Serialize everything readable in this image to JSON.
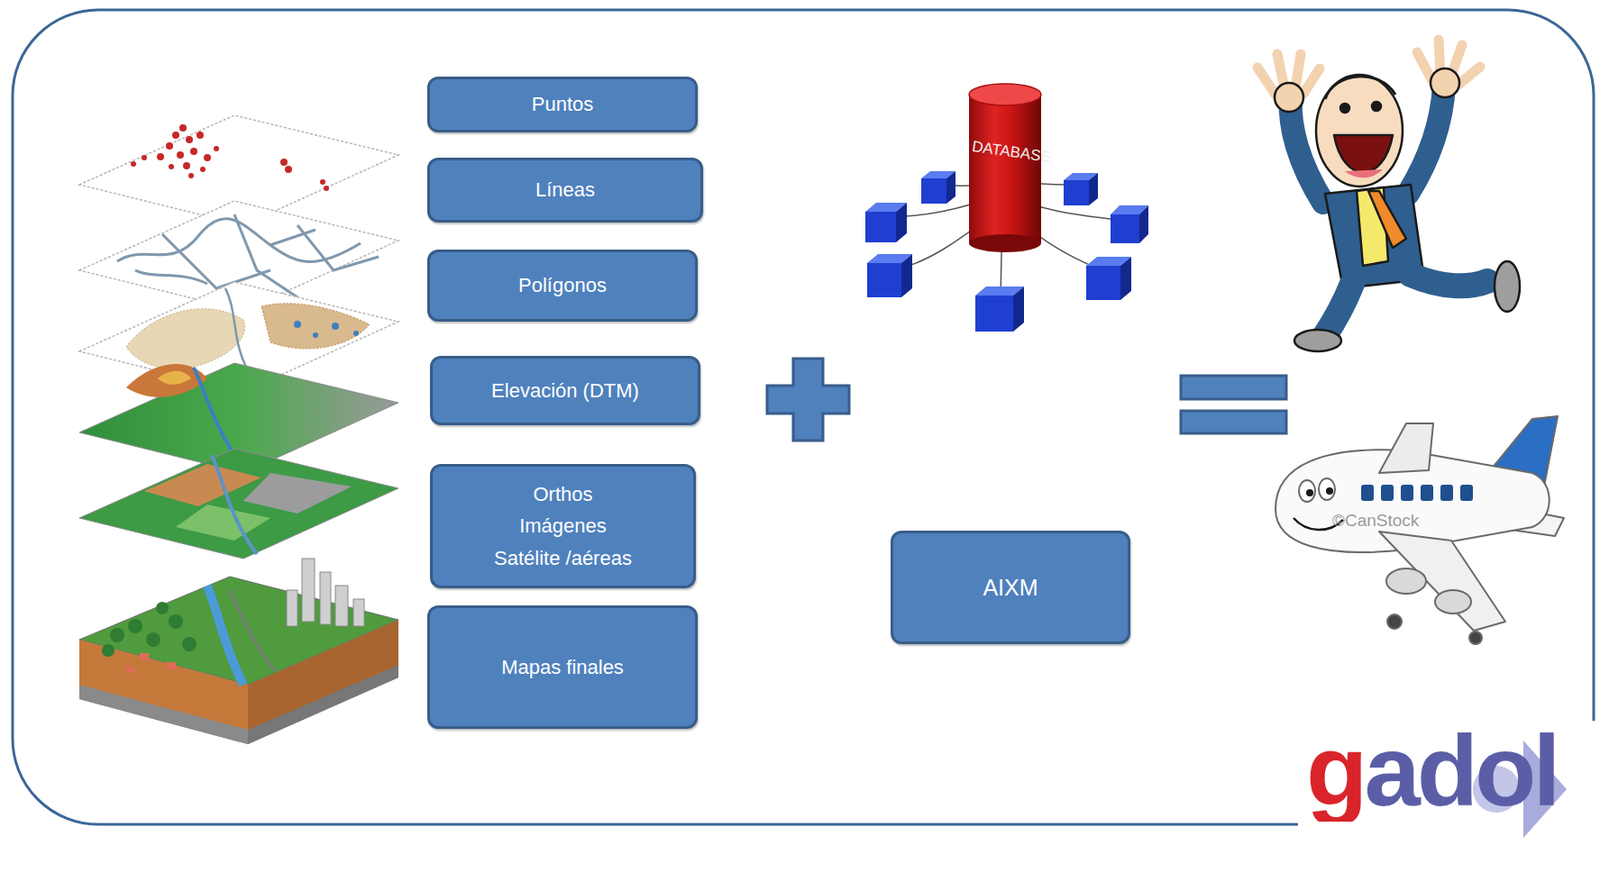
{
  "diagram": {
    "nodes": [
      {
        "text": [
          "Puntos"
        ]
      },
      {
        "text": [
          "Líneas"
        ]
      },
      {
        "text": [
          "Polígonos"
        ]
      },
      {
        "text": [
          "Elevación (DTM)"
        ]
      },
      {
        "text": [
          "Orthos Imágenes Satélite /aéreas"
        ]
      },
      {
        "text": [
          "Mapas finales"
        ]
      },
      {
        "text": [
          "AIXM"
        ]
      }
    ],
    "labels": [
      "DATABASE",
      "©CanStock",
      "gadol"
    ]
  }
}
